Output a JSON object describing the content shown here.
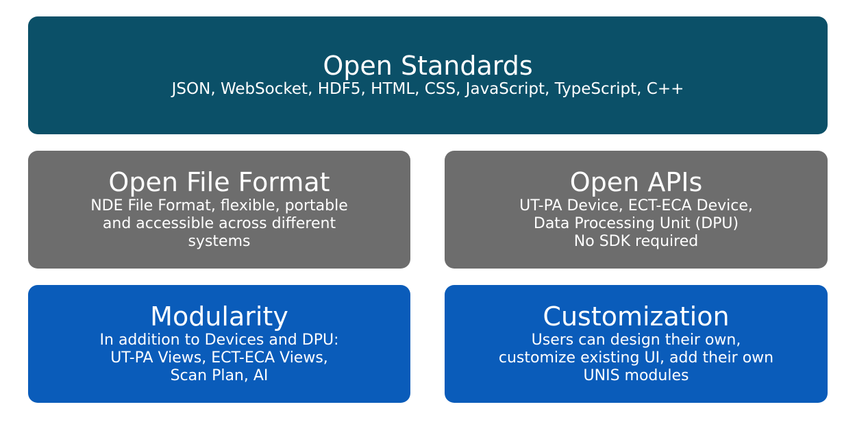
{
  "boxes": {
    "standards": {
      "title": "Open Standards",
      "desc": "JSON, WebSocket, HDF5, HTML, CSS, JavaScript, TypeScript, C++"
    },
    "fileformat": {
      "title": "Open File Format",
      "desc": "NDE File Format, flexible, portable\nand accessible across different\nsystems"
    },
    "apis": {
      "title": "Open APIs",
      "desc": "UT-PA Device, ECT-ECA Device,\nData Processing Unit (DPU)\nNo SDK required"
    },
    "modularity": {
      "title": "Modularity",
      "desc": "In addition to Devices and DPU:\nUT-PA Views, ECT-ECA Views,\nScan Plan, AI"
    },
    "customization": {
      "title": "Customization",
      "desc": "Users can design their own,\ncustomize existing UI, add their own\nUNIS modules"
    }
  },
  "colors": {
    "standards": "#0b5068",
    "gray": "#6d6d6d",
    "blue": "#0a5cba",
    "text": "#ffffff"
  }
}
